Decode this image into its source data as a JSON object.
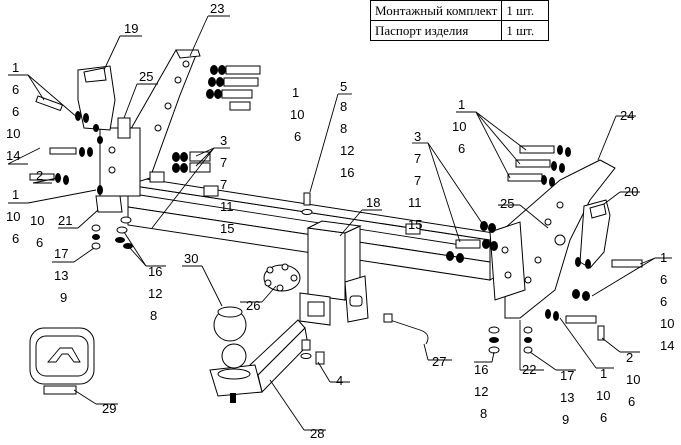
{
  "spec_table": [
    {
      "name": "Монтажный комплект",
      "qty": "1 шт."
    },
    {
      "name": "Паспорт изделия",
      "qty": "1 шт."
    }
  ],
  "callouts": {
    "c19": "19",
    "c23": "23",
    "c25a": "25",
    "c5": "5",
    "c8a": "8",
    "c8b": "8",
    "c12a": "12",
    "c16a": "16",
    "c3a": "3",
    "c7a": "7",
    "c7b": "7",
    "c11a": "11",
    "c15a": "15",
    "c18": "18",
    "c1a": "1",
    "c6a": "6",
    "c6b": "6",
    "c10a": "10",
    "c14a": "14",
    "c1b": "1",
    "c2a": "2",
    "c10b": "10",
    "c6c": "6",
    "c21": "21",
    "c10c": "10",
    "c6d": "6",
    "c17a": "17",
    "c13a": "13",
    "c9a": "9",
    "c16b": "16",
    "c12b": "12",
    "c8c": "8",
    "c30": "30",
    "c26": "26",
    "c29": "29",
    "c28": "28",
    "c4": "4",
    "c27": "27",
    "c1c": "1",
    "c10d": "10",
    "c6e": "6",
    "c24": "24",
    "c3b": "3",
    "c7c": "7",
    "c7d": "7",
    "c11b": "11",
    "c15b": "15",
    "c25b": "25",
    "c20": "20",
    "c1d": "1",
    "c6f": "6",
    "c6g": "6",
    "c10e": "10",
    "c14b": "14",
    "c2b": "2",
    "c10f": "10",
    "c6h": "6",
    "c1e": "1",
    "c10g": "10",
    "c6i": "6",
    "c16c": "16",
    "c12c": "12",
    "c8d": "8",
    "c22": "22",
    "c17b": "17",
    "c13b": "13",
    "c9b": "9",
    "c1f": "1",
    "c10h": "10",
    "c6j": "6"
  }
}
